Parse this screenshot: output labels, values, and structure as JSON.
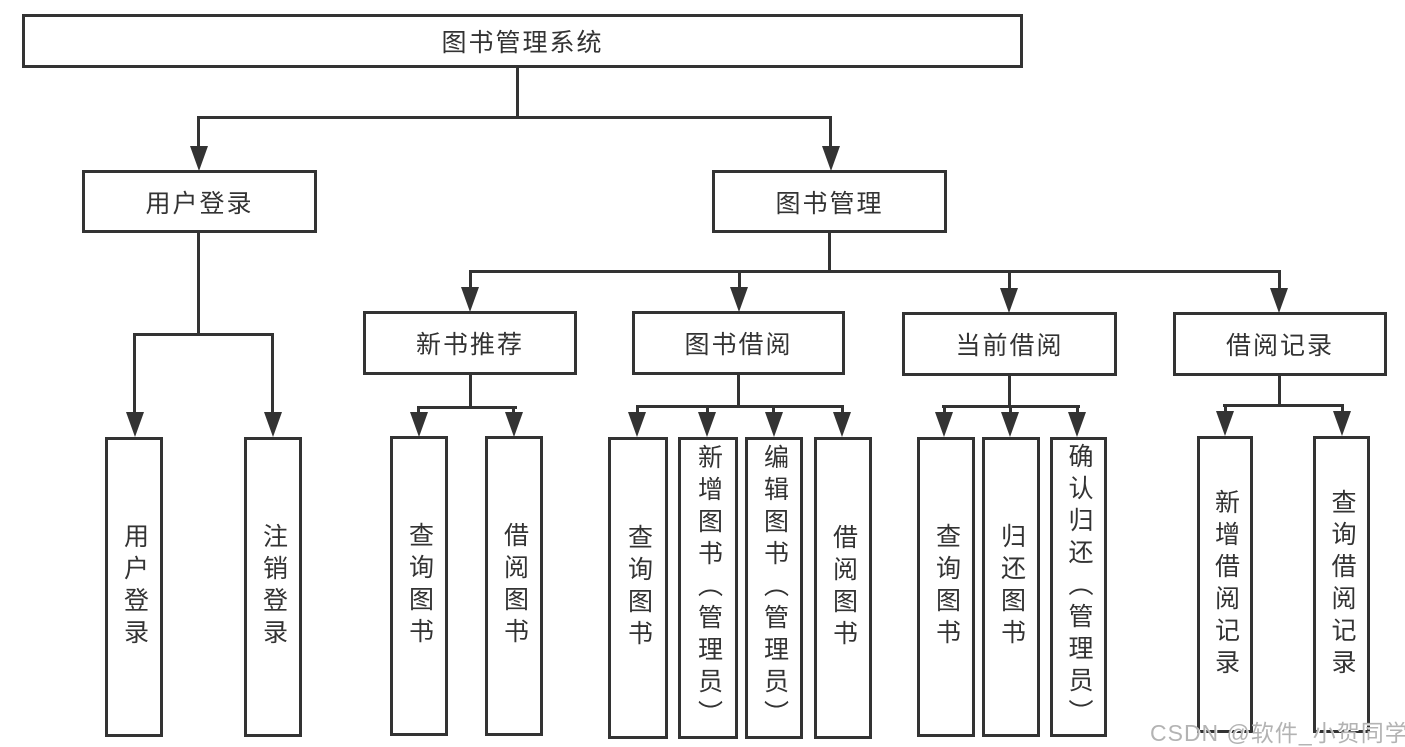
{
  "colors": {
    "line": "#333333",
    "box_border": "#333333",
    "box_fill": "#ffffff",
    "text": "#333333",
    "watermark": "#b3b3b3",
    "background": "#ffffff"
  },
  "tree": {
    "label": "图书管理系统",
    "children": [
      {
        "label": "用户登录",
        "children": [
          {
            "label": "用户登录"
          },
          {
            "label": "注销登录"
          }
        ]
      },
      {
        "label": "图书管理",
        "children": [
          {
            "label": "新书推荐",
            "children": [
              {
                "label": "查询图书"
              },
              {
                "label": "借阅图书"
              }
            ]
          },
          {
            "label": "图书借阅",
            "children": [
              {
                "label": "查询图书"
              },
              {
                "label": "新增图书（管理员）"
              },
              {
                "label": "编辑图书（管理员）"
              },
              {
                "label": "借阅图书"
              }
            ]
          },
          {
            "label": "当前借阅",
            "children": [
              {
                "label": "查询图书"
              },
              {
                "label": "归还图书"
              },
              {
                "label": "确认归还（管理员）"
              }
            ]
          },
          {
            "label": "借阅记录",
            "children": [
              {
                "label": "新增借阅记录"
              },
              {
                "label": "查询借阅记录"
              }
            ]
          }
        ]
      }
    ]
  },
  "watermark": "CSDN @软件_小贺同学"
}
